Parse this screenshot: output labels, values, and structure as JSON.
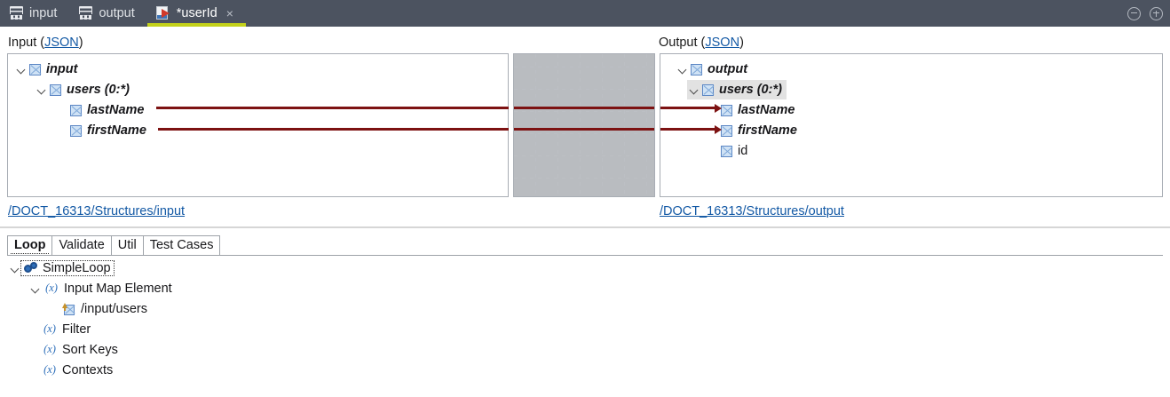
{
  "titlebar": {
    "tabs": [
      {
        "label": "input",
        "icon": "grid-document-icon",
        "active": false,
        "closable": false
      },
      {
        "label": "output",
        "icon": "grid-document-icon",
        "active": false,
        "closable": false
      },
      {
        "label": "*userId",
        "icon": "run-document-icon",
        "active": true,
        "closable": true
      }
    ],
    "close_glyph": "×",
    "window_buttons": [
      "minimize-button",
      "maximize-button"
    ],
    "accent_color": "#c3d11a",
    "background_color": "#4c5360"
  },
  "input_section": {
    "label": "Input (",
    "format_link": "JSON",
    "label_close": ")",
    "path_link": "/DOCT_16313/Structures/input",
    "tree": [
      {
        "label": "input",
        "depth": 0,
        "expanded": true,
        "icon": "xml-element-icon",
        "style": "bold-italic",
        "selected": false,
        "mapped": false
      },
      {
        "label": "users (0:*)",
        "depth": 1,
        "expanded": true,
        "icon": "xml-element-icon",
        "style": "bold-italic",
        "selected": false,
        "mapped": false
      },
      {
        "label": "lastName",
        "depth": 2,
        "expanded": false,
        "icon": "xml-element-icon",
        "style": "bold-italic",
        "selected": false,
        "mapped": true
      },
      {
        "label": "firstName",
        "depth": 2,
        "expanded": false,
        "icon": "xml-element-icon",
        "style": "bold-italic",
        "selected": false,
        "mapped": true
      }
    ]
  },
  "output_section": {
    "label": "Output (",
    "format_link": "JSON",
    "label_close": ")",
    "path_link": "/DOCT_16313/Structures/output",
    "tree": [
      {
        "label": "output",
        "depth": 0,
        "expanded": true,
        "icon": "xml-element-icon",
        "style": "bold-italic",
        "selected": false,
        "mapped": false
      },
      {
        "label": "users (0:*)",
        "depth": 1,
        "expanded": true,
        "icon": "xml-element-icon",
        "style": "bold-italic",
        "selected": true,
        "mapped": false
      },
      {
        "label": "lastName",
        "depth": 2,
        "expanded": false,
        "icon": "xml-element-icon",
        "style": "bold-italic",
        "selected": false,
        "mapped": true
      },
      {
        "label": "firstName",
        "depth": 2,
        "expanded": false,
        "icon": "xml-element-icon",
        "style": "bold-italic",
        "selected": false,
        "mapped": true
      },
      {
        "label": "id",
        "depth": 2,
        "expanded": false,
        "icon": "xml-element-icon",
        "style": "plain",
        "selected": false,
        "mapped": false
      }
    ]
  },
  "mapping_canvas": {
    "name": "mapping-grid",
    "line_color": "#7d1212",
    "grid_color": "#b9bcc0",
    "connections": [
      {
        "from": "lastName",
        "to": "lastName"
      },
      {
        "from": "firstName",
        "to": "firstName"
      }
    ]
  },
  "lower_tabs": {
    "items": [
      {
        "label": "Loop",
        "active": true
      },
      {
        "label": "Validate",
        "active": false
      },
      {
        "label": "Util",
        "active": false
      },
      {
        "label": "Test Cases",
        "active": false
      }
    ]
  },
  "loop_tree": [
    {
      "label": "SimpleLoop",
      "depth": 0,
      "expanded": true,
      "icon": "gears-icon",
      "focused": true
    },
    {
      "label": "Input Map Element",
      "depth": 1,
      "expanded": true,
      "icon": "function-icon",
      "focused": false
    },
    {
      "label": "/input/users",
      "depth": 2,
      "expanded": false,
      "icon": "map-element-icon",
      "focused": false
    },
    {
      "label": "Filter",
      "depth": 1,
      "expanded": false,
      "icon": "function-icon",
      "focused": false
    },
    {
      "label": "Sort Keys",
      "depth": 1,
      "expanded": false,
      "icon": "function-icon",
      "focused": false
    },
    {
      "label": "Contexts",
      "depth": 1,
      "expanded": false,
      "icon": "function-icon",
      "focused": false
    }
  ],
  "function_icon_glyph": "(x)"
}
